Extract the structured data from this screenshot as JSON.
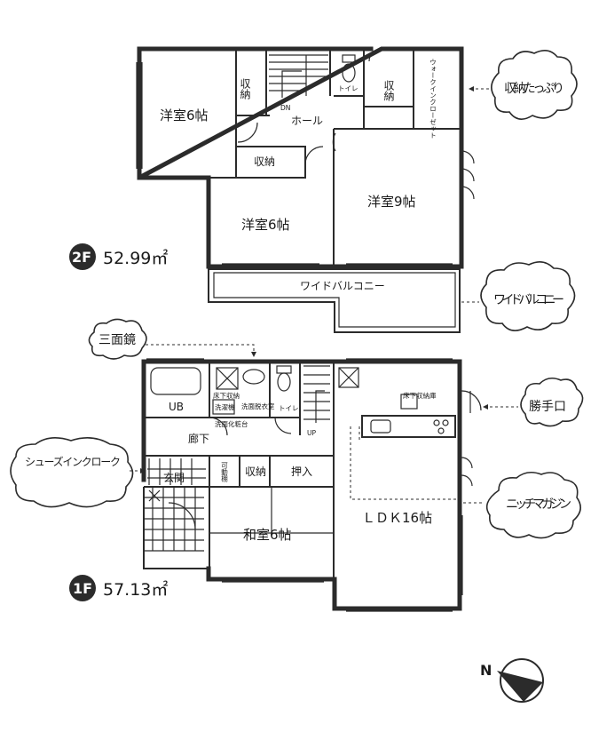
{
  "floor2": {
    "badge": "2F",
    "area": "52.99㎡",
    "rooms": {
      "western_left": "洋室6帖",
      "western_mid": "洋室6帖",
      "western_right": "洋室9帖",
      "hall": "ホール",
      "dn": "DN",
      "storage_a": "収納",
      "storage_b": "収納",
      "storage_c": "収納",
      "toilet": "トイレ",
      "walkin": "ウォークインクローゼット",
      "balcony": "ワイドバルコニー"
    }
  },
  "floor1": {
    "badge": "1F",
    "area": "57.13㎡",
    "rooms": {
      "ub": "UB",
      "washroom": "洗面脱衣室",
      "washer": "洗濯機",
      "sink": "洗面化粧台",
      "toilet": "トイレ",
      "corridor": "廊下",
      "up": "UP",
      "entrance": "玄関",
      "movable_shelf": "可動棚",
      "storage": "収納",
      "closet": "押入",
      "washitsu": "和室6帖",
      "ldk": "ＬＤＫ16帖",
      "underfloor_1": "床下収納庫",
      "underfloor_2": "床下収納"
    }
  },
  "callouts": {
    "storage_plenty": "収納たっぷり",
    "wide_balcony": "ワイドバルコニー",
    "three_mirror": "三面鏡",
    "back_door": "勝手口",
    "shoes_in_cloak": "シューズインクローク",
    "niche_magazine": "ニッチマガジン"
  },
  "compass": {
    "label": "N"
  }
}
